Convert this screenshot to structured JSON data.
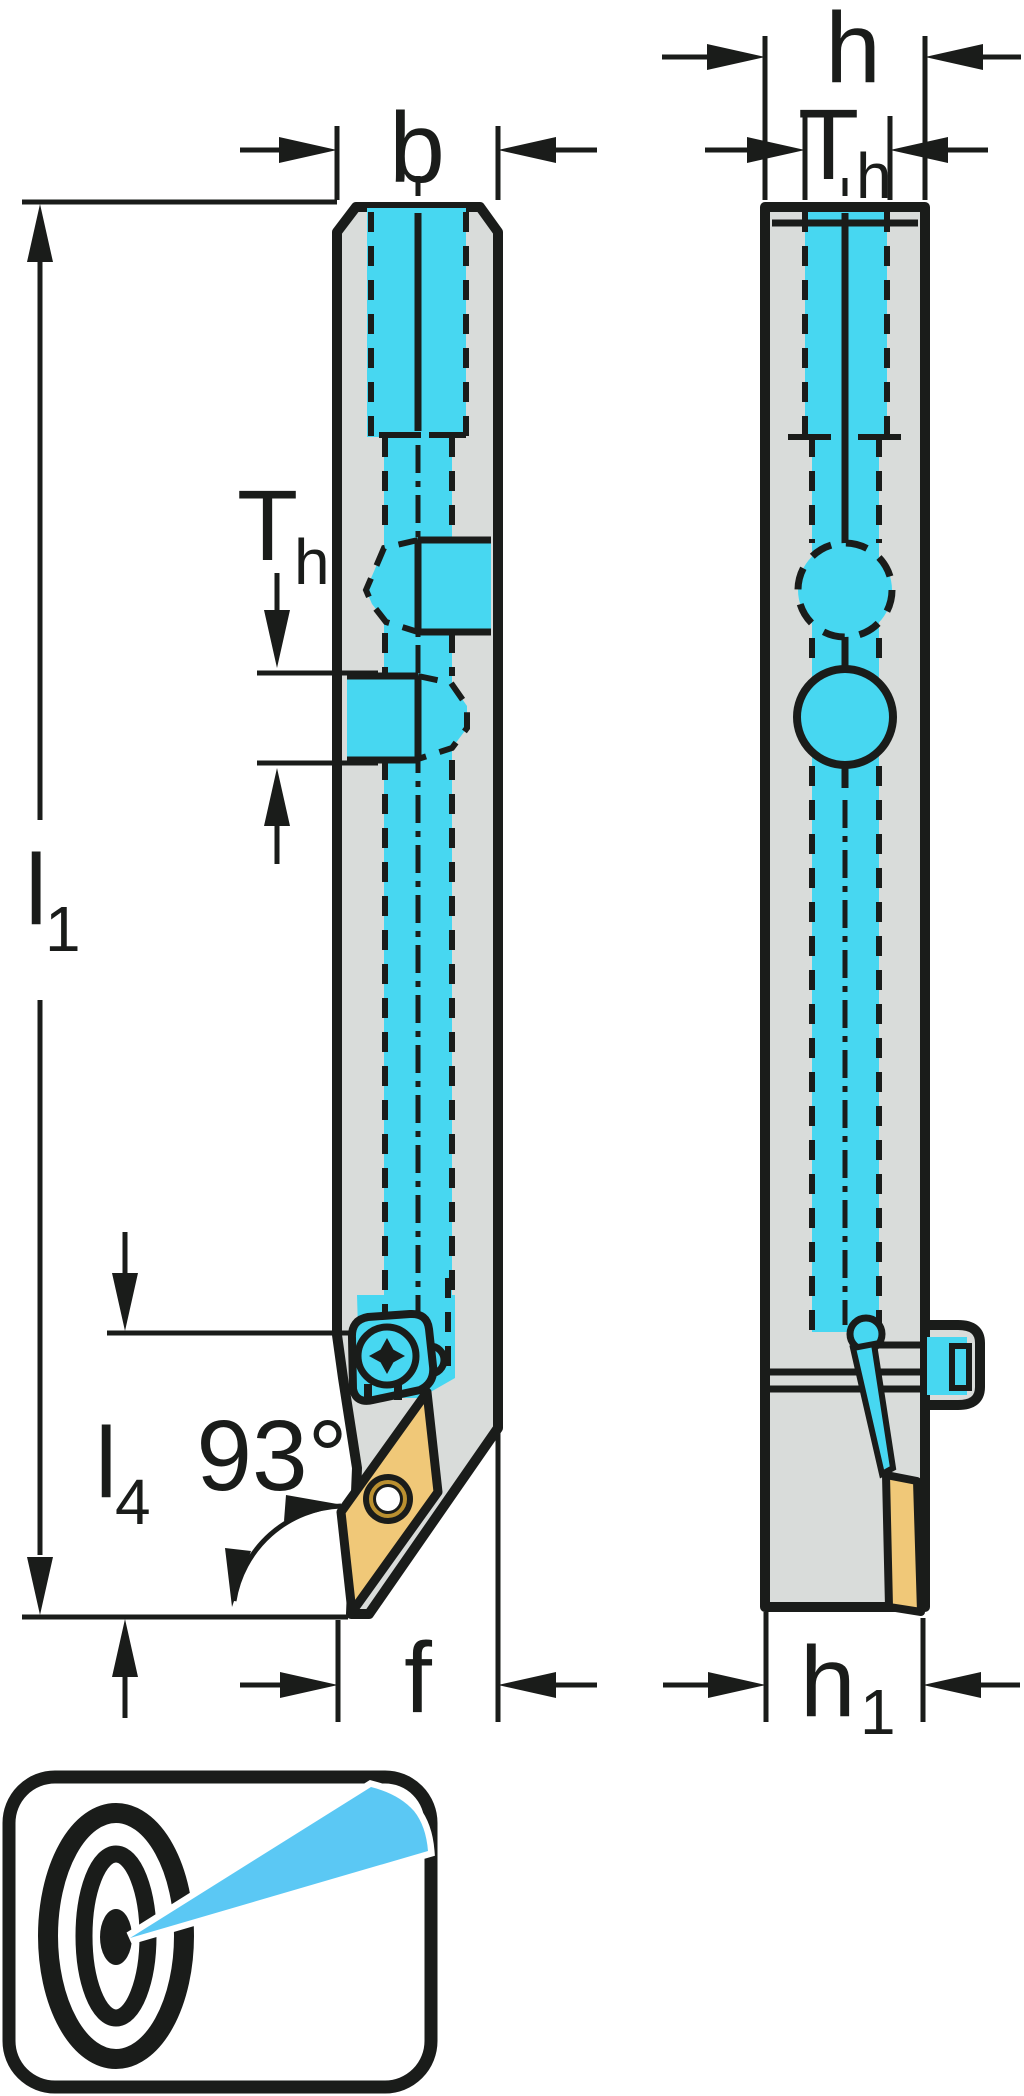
{
  "diagram": {
    "description": "Engineering drawing of a lathe turning tool holder with coolant channel, shown in front and side views with dimension callouts, plus a precision target pictogram",
    "colors": {
      "ink": "#1a1c1a",
      "gray": "#d9dcda",
      "cyan": "#47d7f1",
      "beam": "#5bc8f4",
      "insert": "#f0c878",
      "gold": "#ba9030",
      "paper": "#ffffff"
    },
    "labels": {
      "b": "b",
      "h": "h",
      "th_side": {
        "base": "T",
        "sub": "h"
      },
      "th_front": {
        "base": "T",
        "sub": "h"
      },
      "l1": {
        "base": "l",
        "sub": "1"
      },
      "l4": {
        "base": "l",
        "sub": "4"
      },
      "angle": "93°",
      "f": "f",
      "h1": {
        "base": "h",
        "sub": "1"
      }
    },
    "icons": {
      "target": "bullseye-target-icon",
      "beam": "cutting-beam-wedge"
    }
  }
}
